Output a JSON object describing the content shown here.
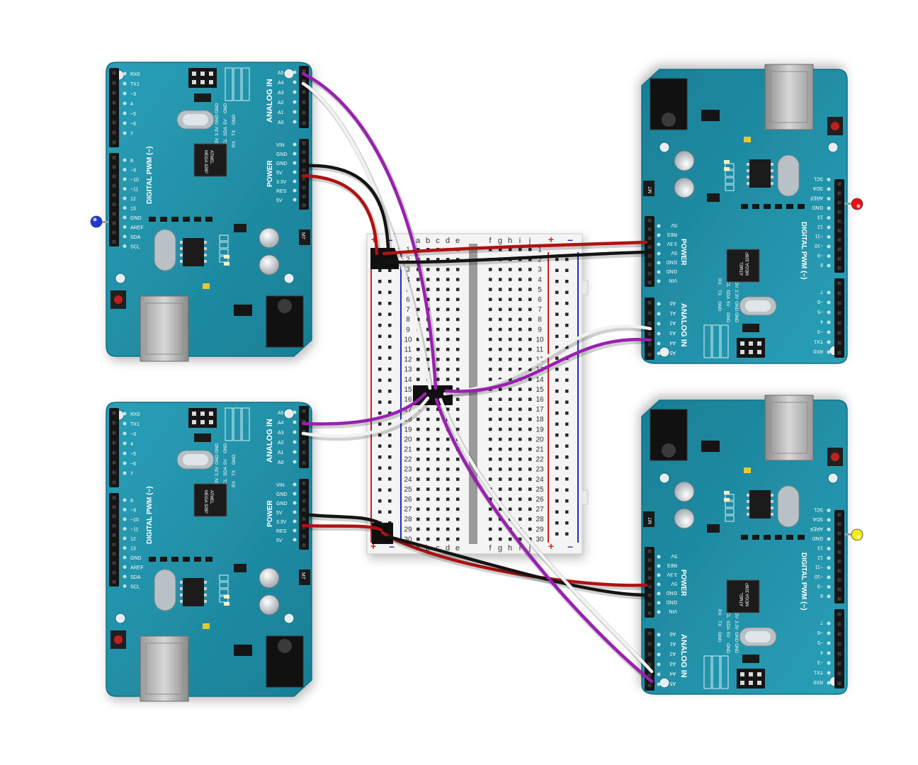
{
  "colors": {
    "board": "#1f8fa6",
    "board_edge": "#0f6f86",
    "header": "#151515",
    "wire_purple": "#9b1fb0",
    "wire_white": "#f2f2f2",
    "wire_red": "#b01212",
    "wire_black": "#141414",
    "breadboard": "#f4f4f4",
    "rail_red": "#d41c1c",
    "rail_blue": "#1c2cc8"
  },
  "board_labels": {
    "analog_in": "ANALOG IN",
    "power": "POWER",
    "digital_pwm": "DIGITAL PWM (~)",
    "mcu_line1": "ATMEL",
    "mcu_line2": "MEGA 328P",
    "regulator": "M7",
    "analog_pins": [
      "A0",
      "A1",
      "A2",
      "A3",
      "A4",
      "A5"
    ],
    "power_pins": [
      "VIN",
      "GND",
      "GND",
      "5V",
      "3.3V",
      "RES",
      "5V"
    ],
    "digital_pins_top": [
      "RX0",
      "TX1",
      "~3",
      "4",
      "~5",
      "~6",
      "7"
    ],
    "digital_pins_bottom": [
      "8",
      "~9",
      "~10",
      "~11",
      "12",
      "13",
      "GND",
      "AREF",
      "SDA",
      "SCL"
    ],
    "icsp_row1": [
      "RX",
      "TX",
      "GND"
    ],
    "icsp_row2": [
      "SCL",
      "SDA",
      "5V",
      "GND"
    ],
    "icsp_row3": [
      "3.3V",
      "3.3V",
      "GND",
      "GND"
    ]
  },
  "led_colors": {
    "board_top_left": "#1a3ad8",
    "board_top_right": "#e81010",
    "board_bottom_right": "#f2ee10"
  },
  "breadboard": {
    "columns_left": [
      "a",
      "b",
      "c",
      "d",
      "e"
    ],
    "columns_right": [
      "f",
      "g",
      "h",
      "i",
      "j"
    ],
    "rows": [
      "1",
      "2",
      "3",
      "4",
      "5",
      "6",
      "7",
      "8",
      "9",
      "10",
      "11",
      "12",
      "13",
      "14",
      "15",
      "16",
      "17",
      "18",
      "19",
      "20",
      "21",
      "22",
      "23",
      "24",
      "25",
      "26",
      "27",
      "28",
      "29",
      "30"
    ],
    "plus": "+",
    "minus": "–"
  }
}
